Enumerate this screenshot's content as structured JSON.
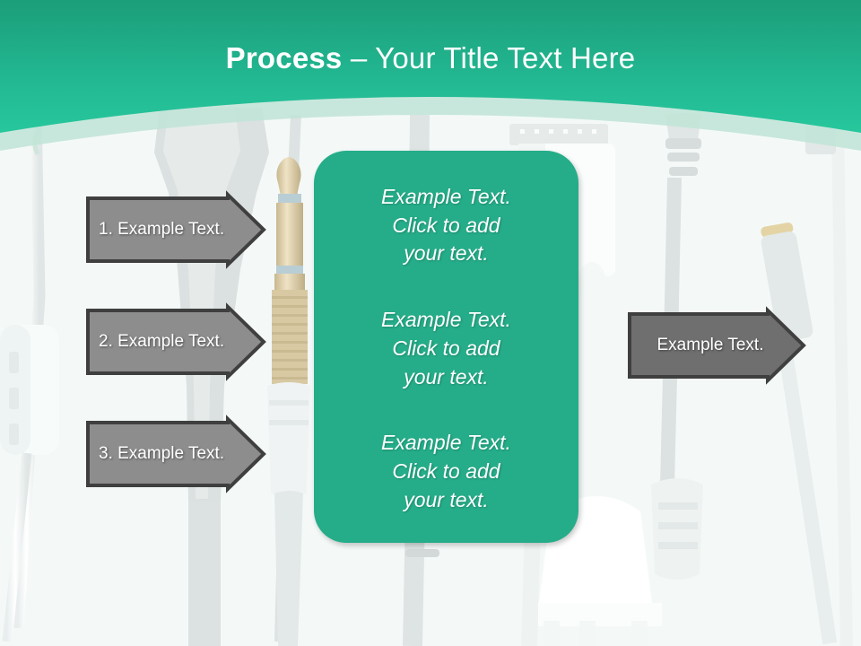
{
  "slide": {
    "title_strong": "Process",
    "title_rest": " – Your Title Text Here",
    "theme": {
      "header_green_top": "#1b9e79",
      "header_green_bottom": "#27c79c",
      "panel_green": "#25ad89",
      "arrow_gray_light": "#8d8d8d",
      "arrow_gray_dark": "#6f6f6f",
      "arrow_border": "#3f3f3f",
      "background": "#f3f8f7"
    }
  },
  "steps": [
    {
      "label": "1. Example Text."
    },
    {
      "label": "2. Example Text."
    },
    {
      "label": "3. Example Text."
    }
  ],
  "result": {
    "label": "Example Text."
  },
  "center_panel": {
    "blocks": [
      "Example Text.\nClick  to add\nyour text.",
      "Example Text.\nClick  to add\nyour text.",
      "Example Text.\nClick  to add\nyour text."
    ]
  }
}
